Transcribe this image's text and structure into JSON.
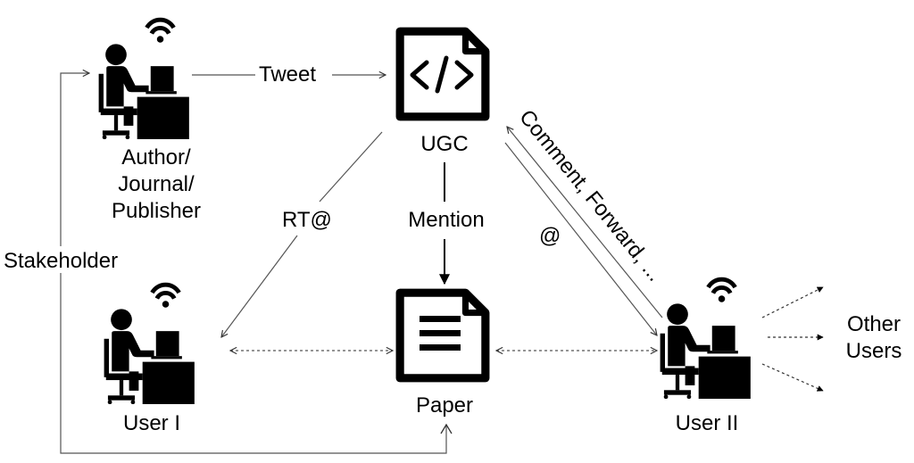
{
  "nodes": {
    "author": {
      "label_lines": [
        "Author/",
        "Journal/",
        "Publisher"
      ],
      "icon": "user-at-desk-wifi-icon"
    },
    "ugc": {
      "label": "UGC",
      "icon": "code-file-icon"
    },
    "paper": {
      "label": "Paper",
      "icon": "document-file-icon"
    },
    "user1": {
      "label": "User I",
      "icon": "user-at-desk-wifi-icon"
    },
    "user2": {
      "label": "User II",
      "icon": "user-at-desk-wifi-icon"
    },
    "other_users": {
      "label_lines": [
        "Other",
        "Users"
      ]
    }
  },
  "edges": {
    "tweet": "Tweet",
    "rt": "RT@",
    "mention": "Mention",
    "at": "@",
    "comment_forward": "Comment, Forward, ...",
    "stakeholder": "Stakeholder"
  },
  "colors": {
    "ink": "#000000",
    "line": "#555555",
    "background": "#ffffff"
  }
}
